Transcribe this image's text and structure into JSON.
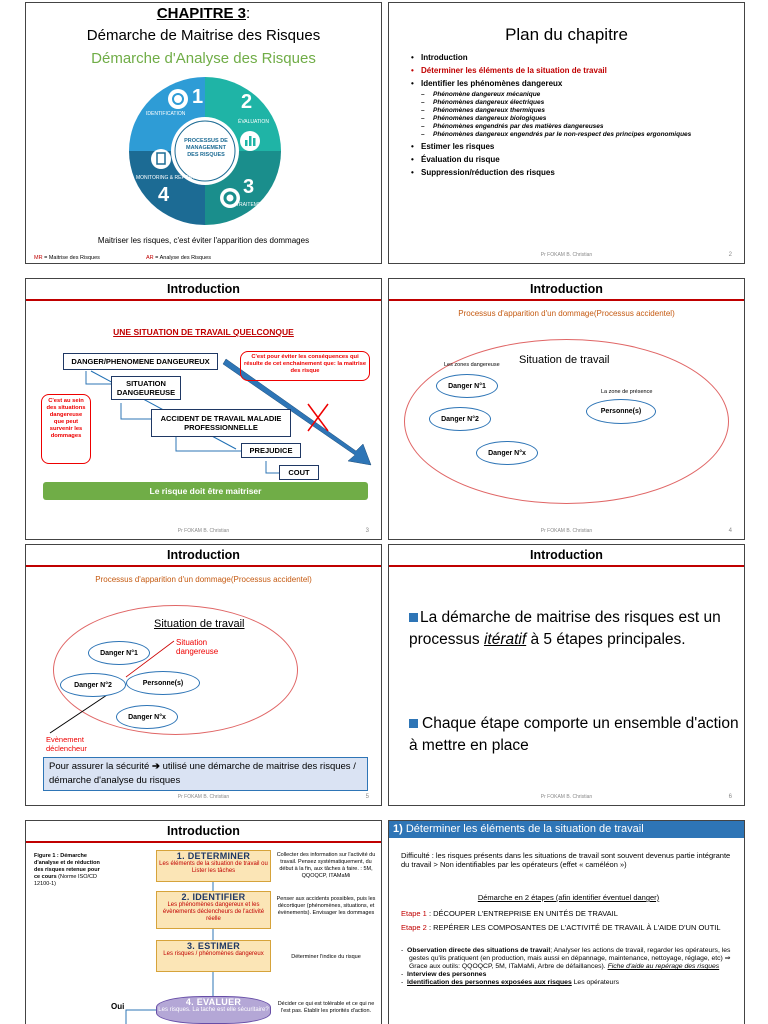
{
  "s1": {
    "chapter": "CHAPITRE 3",
    "colon": ":",
    "title": "Démarche de Maitrise des Risques",
    "subtitle": "Démarche d'Analyse des Risques",
    "center": "PROCESSUS DE MANAGEMENT DES RISQUES",
    "q1": "IDENTIFICATION",
    "q2": "ÉVALUATION",
    "q3": "TRAITEMENT",
    "q4": "MONITORING & REPORTING",
    "n1": "1",
    "n2": "2",
    "n3": "3",
    "n4": "4",
    "tagline": "Maitriser les risques, c'est éviter l'apparition des dommages",
    "mr_abbr": "MR",
    "mr_rest": " = Maitrise des Risques",
    "ar_abbr": "AR",
    "ar_rest": " = Analyse des Risques"
  },
  "s2": {
    "title": "Plan du chapitre",
    "items": [
      "Introduction",
      "Déterminer les éléments de la situation de travail",
      "Identifier les phénomènes dangereux"
    ],
    "subitems": [
      "Phénomène dangereux mécanique",
      "Phénomènes dangereux électriques",
      "Phénomènes dangereux thermiques",
      "Phénomènes dangereux biologiques",
      "Phénomènes engendrés par des matières dangereuses",
      "Phénomènes dangereux engendrés par le non-respect des principes ergonomiques"
    ],
    "items2": [
      "Estimer les risques",
      "Évaluation du risque",
      "Suppression/réduction des risques"
    ],
    "footer": "Pr FOKAM B. Christian",
    "page": "2"
  },
  "s3": {
    "header": "Introduction",
    "title": "UNE SITUATION DE TRAVAIL QUELCONQUE",
    "b1": "DANGER/PHENOMENE DANGEUREUX",
    "b2": "SITUATION DANGEUREUSE",
    "b3": "ACCIDENT DE TRAVAIL MALADIE PROFESSIONNELLE",
    "b4": "PREJUDICE",
    "b5": "COUT",
    "note1": "C'est pour éviter les conséquences qui résulte de cet enchainement que: la maitrise des risque",
    "note2": "C'est au sein des situations dangereuse que peut survenir les dommages",
    "banner": "Le risque doit être maitriser",
    "footer": "Pr FOKAM B. Christian",
    "page": "3"
  },
  "s4": {
    "header": "Introduction",
    "subtitle": "Processus d'apparition d'un dommage(Processus accidentel)",
    "zones": "Les zones dangereuse",
    "situation": "Situation de travail",
    "presence": "La zone de présence",
    "d1": "Danger N°1",
    "d2": "Danger N°2",
    "dx": "Danger N°x",
    "person": "Personne(s)",
    "footer": "Pr FOKAM B. Christian",
    "page": "4"
  },
  "s5": {
    "header": "Introduction",
    "subtitle": "Processus d'apparition d'un dommage(Processus accidentel)",
    "situation": "Situation de travail",
    "sit_d": "Situation dangereuse",
    "d1": "Danger N°1",
    "d2": "Danger N°2",
    "dx": "Danger N°x",
    "person": "Personne(s)",
    "event": "Evènement déclencheur",
    "box_a": "Pour assurer la sécurité ",
    "arrow": "➔",
    "box_b": " utilisé  une démarche de maitrise des risques / démarche d'analyse du risques",
    "footer": "Pr FOKAM B. Christian",
    "page": "5"
  },
  "s6": {
    "header": "Introduction",
    "p1a": "La démarche de maitrise des risques est un processus ",
    "p1i": "itératif",
    "p1b": " à 5 étapes principales.",
    "p2": "Chaque étape comporte un ensemble d'action à mettre en place",
    "footer": "Pr FOKAM B. Christian",
    "page": "6"
  },
  "s7": {
    "header": "Introduction",
    "fig": "Figure 1 : Démarche d'analyse et de réduction des risques retenue pour ce cours",
    "norm": "(Norme ISO/CD 12100-1)",
    "steps": [
      {
        "t": "1. DETERMINER",
        "d": "Les éléments de la situation de travail ou Lister les tâches"
      },
      {
        "t": "2. IDENTIFIER",
        "d": "Les phénomènes dangereux et les évènements déclencheurs de l'activité réelle"
      },
      {
        "t": "3. ESTIMER",
        "d": "Les risques / phénomènes dangereux"
      },
      {
        "t": "4. EVALUER",
        "d": "Les risques. La tache est elle sécuritaire?"
      }
    ],
    "descs": [
      "Collecter des information sur l'activité du travail. Pensez systématiquement, du début à la fin, aux tâches à faire. : 5M, QQOQCP, ITAMaMi",
      "Penser aux accidents possibles, puis les décortiquer (phénomènes, situations, et évènements). Envisager les dommages",
      "Déterminer l'indice du risque",
      "Décider ce qui est tolérable et ce qui ne l'est pas. Établir les priorités d'action."
    ],
    "oui": "Oui"
  },
  "s8": {
    "num": "1)",
    "title": " Déterminer les éléments de la situation de travail",
    "p1": "Difficulté : les risques présents dans les situations de travail sont souvent devenus partie intégrante du travail > Non identifiables par les opérateurs (effet « caméléon »)",
    "demarche": "Démarche en 2 étapes (afin identifier éventuel danger)",
    "e1a": "Etape 1",
    "e1b": " : DÉCOUPER L'ENTREPRISE EN UNITÉS DE TRAVAIL",
    "e2a": "Etape 2",
    "e2b": " : REPÉRER LES COMPOSANTES DE L'ACTIVITÉ DE TRAVAIL À L'AIDE D'UN OUTIL",
    "b1a": "Observation directe des situations de travail",
    "b1b": "; Analyser les actions de travail, regarder les opérateurs, les gestes qu'ils pratiquent (en production, mais aussi en dépannage, maintenance, nettoyage, réglage, etc) ⇒ Grace aux outils: QQOQCP, 5M, ITaMaMi, Arbre de défaillances). ",
    "b1c": "Fiche d'aide au repérage des risques",
    "b2": "Interview des personnes",
    "b3a": "Identification des personnes exposées aux risques",
    "b3b": " Les opérateurs"
  }
}
